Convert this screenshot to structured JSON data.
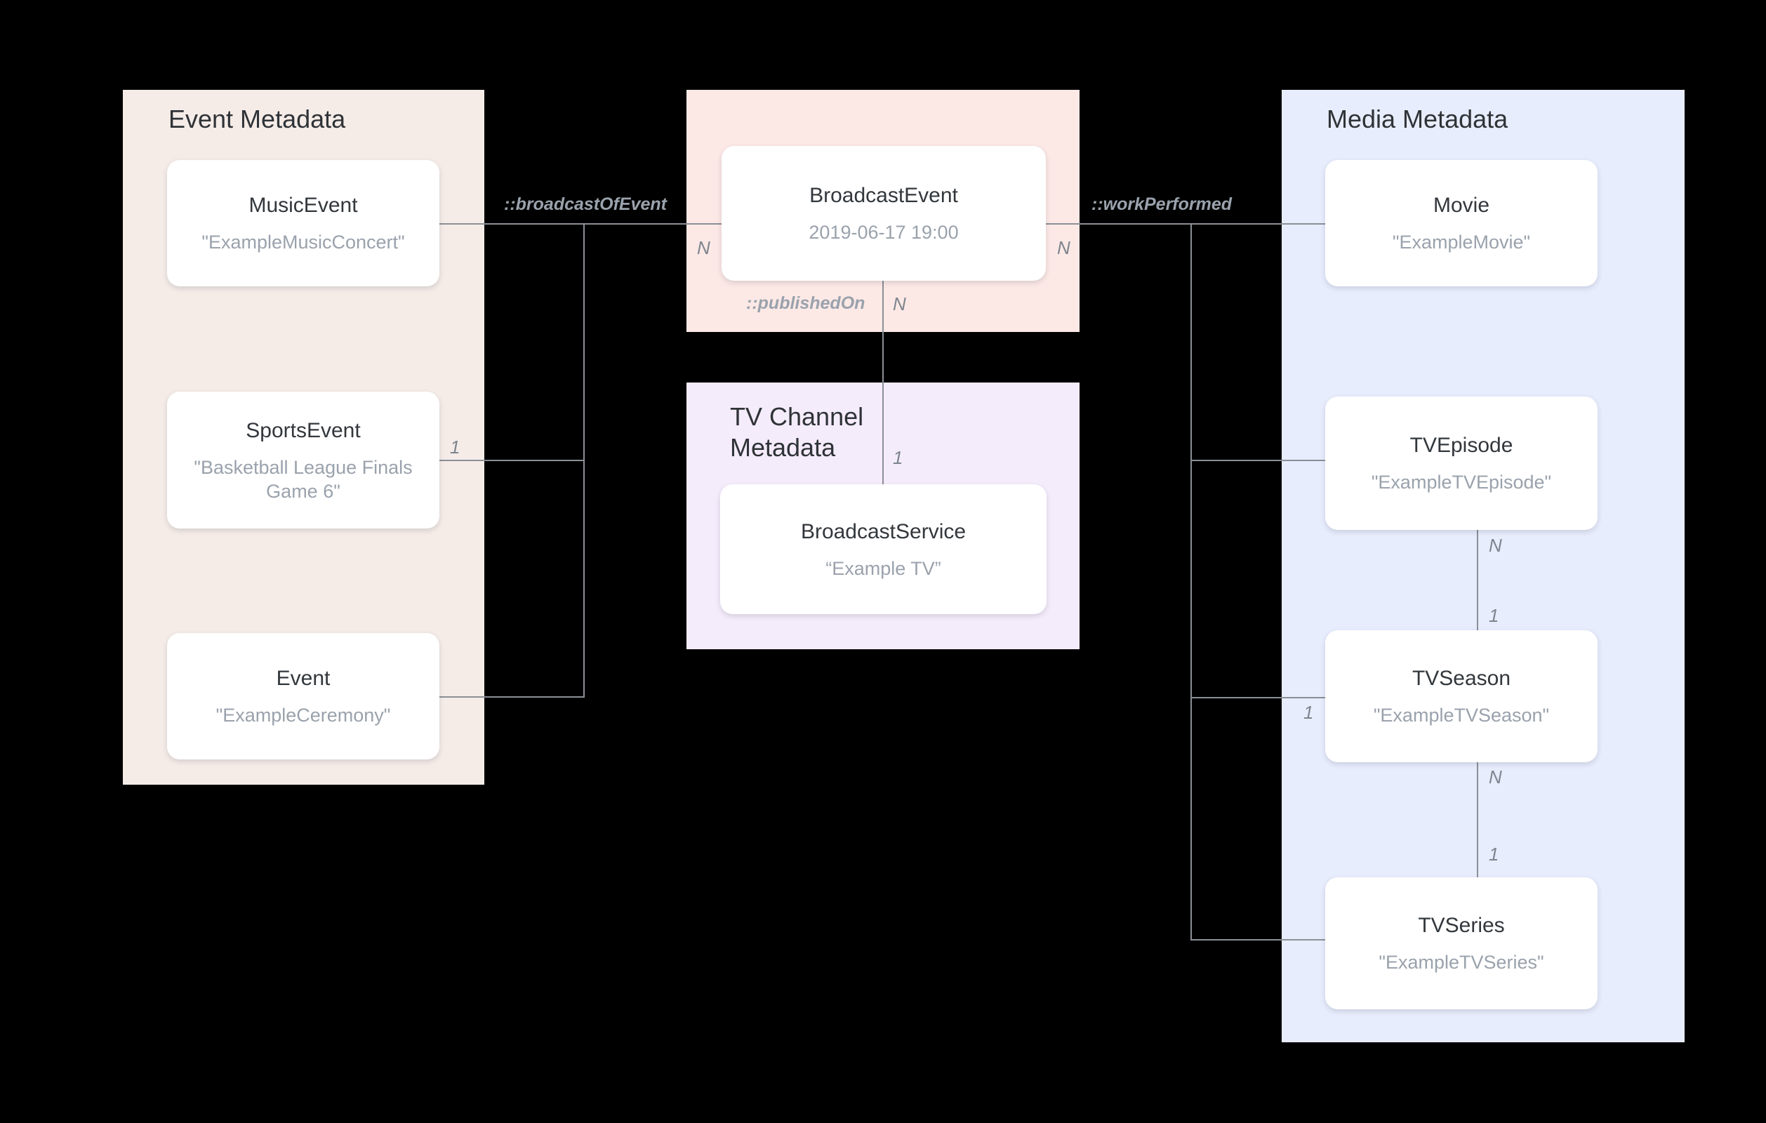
{
  "diagram": {
    "title": "Broadcast / Media metadata entity relationship diagram",
    "colors": {
      "event_panel": "#f5ece8",
      "broadcast_panel": "#fce9e6",
      "tv_channel_panel": "#f5ecfb",
      "media_panel": "#e8edfd",
      "node_fill": "#ffffff",
      "edge": "#8b9096",
      "title_text": "#2f3337",
      "node_title_text": "#32373c",
      "node_sub_text": "#9aa2ac",
      "label_text": "#9aa2ac",
      "background": "#000000"
    }
  },
  "panels": {
    "event": {
      "title": "Event Metadata"
    },
    "broadcast": {
      "title": ""
    },
    "tv_channel": {
      "title": "TV Channel\nMetadata"
    },
    "media": {
      "title": "Media Metadata"
    }
  },
  "nodes": {
    "music_event": {
      "title": "MusicEvent",
      "value": "\"ExampleMusicConcert\""
    },
    "sports_event": {
      "title": "SportsEvent",
      "value": "\"Basketball League Finals Game 6\""
    },
    "event": {
      "title": "Event",
      "value": "\"ExampleCeremony\""
    },
    "broadcast_event": {
      "title": "BroadcastEvent",
      "value": "2019-06-17 19:00"
    },
    "broadcast_service": {
      "title": "BroadcastService",
      "value": "“Example TV”"
    },
    "movie": {
      "title": "Movie",
      "value": "\"ExampleMovie\""
    },
    "tv_episode": {
      "title": "TVEpisode",
      "value": "\"ExampleTVEpisode\""
    },
    "tv_season": {
      "title": "TVSeason",
      "value": "\"ExampleTVSeason\""
    },
    "tv_series": {
      "title": "TVSeries",
      "value": "\"ExampleTVSeries\""
    }
  },
  "relations": {
    "broadcast_of_event": {
      "label": "::broadcastOfEvent"
    },
    "published_on": {
      "label": "::publishedOn"
    },
    "work_performed": {
      "label": "::workPerformed"
    }
  },
  "cardinality": {
    "broadcast_event_left": "N",
    "broadcast_event_right": "N",
    "broadcast_event_bottom": "N",
    "broadcast_service_top": "1",
    "sports_event_right": "1",
    "tv_episode_bottom": "N",
    "tv_season_top": "1",
    "tv_season_bottom": "N",
    "tv_season_left": "1",
    "tv_series_top": "1"
  }
}
